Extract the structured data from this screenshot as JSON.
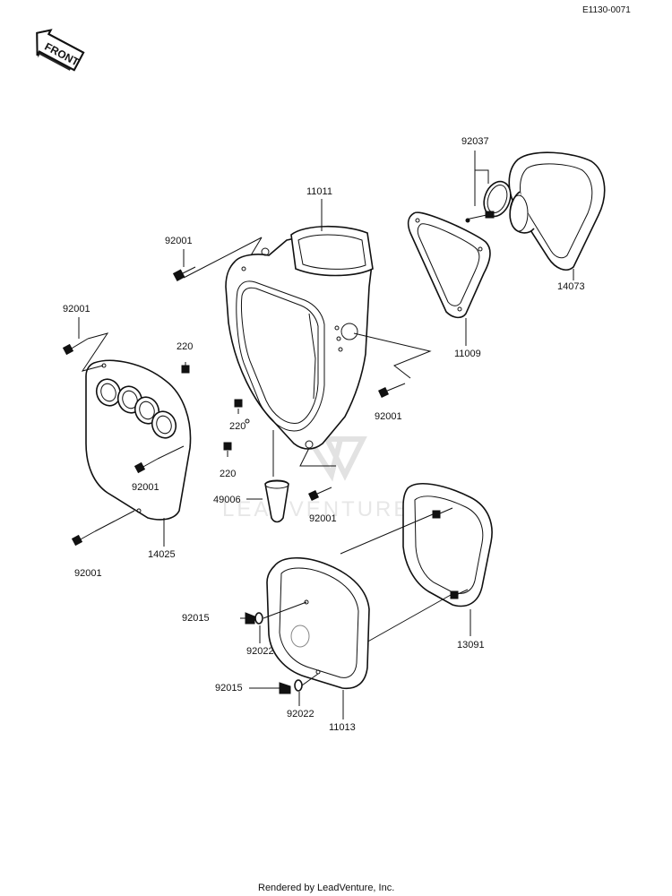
{
  "diagram_code": "E1130-0071",
  "front_badge": "FRONT",
  "watermark": "LEADVENTURE",
  "footer": "Rendered by LeadVenture, Inc.",
  "parts": {
    "p11011": "11011",
    "p92037": "92037",
    "p14073": "14073",
    "p11009": "11009",
    "p92001_a": "92001",
    "p92001_b": "92001",
    "p92001_c": "92001",
    "p92001_d": "92001",
    "p92001_e": "92001",
    "p92001_f": "92001",
    "p220_a": "220",
    "p220_b": "220",
    "p220_c": "220",
    "p49006": "49006",
    "p14025": "14025",
    "p13091": "13091",
    "p92015_a": "92015",
    "p92015_b": "92015",
    "p92022_a": "92022",
    "p92022_b": "92022",
    "p11013": "11013"
  }
}
